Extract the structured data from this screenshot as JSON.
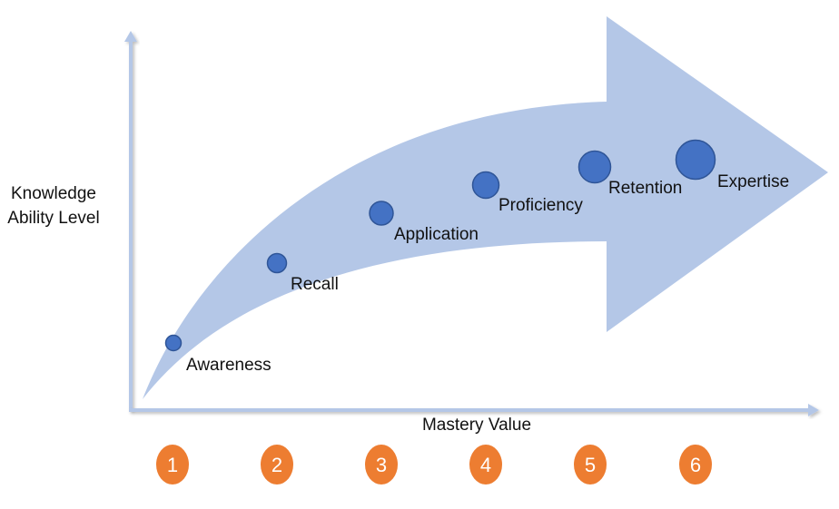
{
  "axes": {
    "y_title_line1": "Knowledge",
    "y_title_line2": "Ability Level",
    "x_title": "Mastery Value"
  },
  "colors": {
    "arrow_fill": "#b4c7e7",
    "axis": "#b4c7e7",
    "dot_fill": "#4472c4",
    "dot_stroke": "#2f5597",
    "badge": "#ed7d31"
  },
  "stages": [
    {
      "step": "1",
      "label": "Awareness",
      "level": 1
    },
    {
      "step": "2",
      "label": "Recall",
      "level": 2
    },
    {
      "step": "3",
      "label": "Application",
      "level": 3
    },
    {
      "step": "4",
      "label": "Proficiency",
      "level": 4
    },
    {
      "step": "5",
      "label": "Retention",
      "level": 5
    },
    {
      "step": "6",
      "label": "Expertise",
      "level": 6
    }
  ]
}
